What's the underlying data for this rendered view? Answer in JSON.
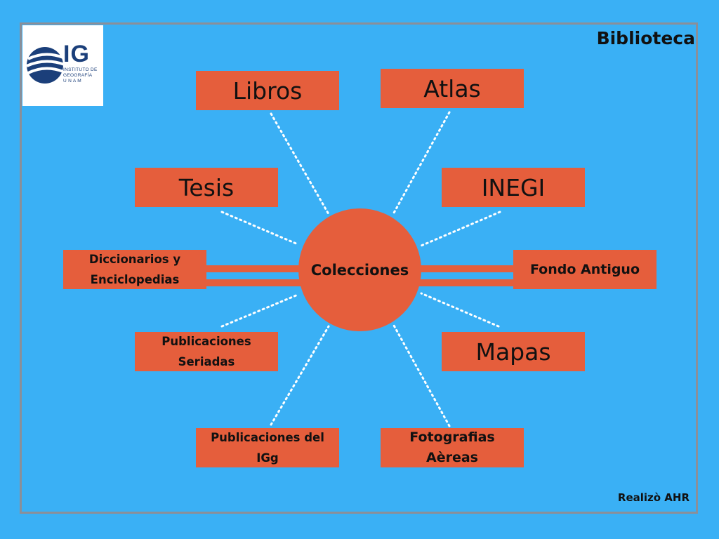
{
  "header": {
    "title": "Biblioteca"
  },
  "logo": {
    "letters": "IG",
    "lines": [
      "INSTITUTO DE",
      "GEOGRAFÍA",
      "U N A M"
    ]
  },
  "center": {
    "label": "Colecciones"
  },
  "nodes": {
    "libros": "Libros",
    "atlas": "Atlas",
    "tesis": "Tesis",
    "inegi": "INEGI",
    "diccionarios": "Diccionarios y Enciclopedias",
    "fondo_antiguo": "Fondo Antiguo",
    "publicaciones_seriadas": "Publicaciones Seriadas",
    "mapas": "Mapas",
    "publicaciones_igg": "Publicaciones del IGg",
    "fotografias": "Fotografias Aèreas"
  },
  "footer": {
    "credit": "Realizò AHR"
  },
  "colors": {
    "background": "#3ab0f5",
    "accent": "#e55e3c",
    "frame": "#8a8f99",
    "logo_blue": "#1b3f7a"
  }
}
